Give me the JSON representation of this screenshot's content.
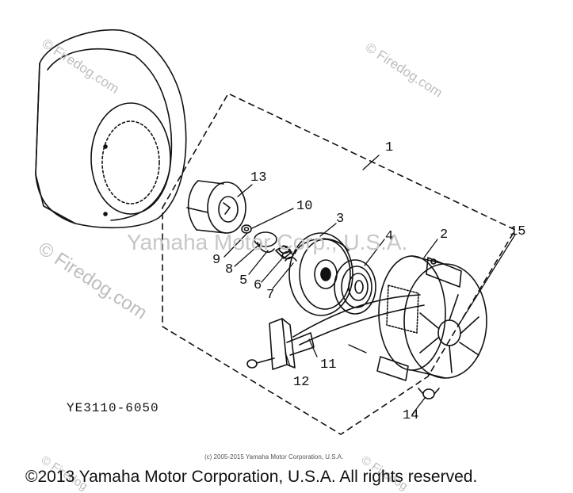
{
  "watermarks": {
    "main": "© Firedog.com",
    "top_left": "© Firedog.com",
    "top_right": "© Firedog.com",
    "bottom_left": "© Firedog",
    "bottom_right": "© Firedog",
    "center": "Yamaha Motor Corp., U.S.A."
  },
  "part_labels": [
    "1",
    "2",
    "3",
    "4",
    "5",
    "6",
    "7",
    "8",
    "9",
    "10",
    "11",
    "12",
    "13",
    "14",
    "15"
  ],
  "part_code": "YE3110-6050",
  "small_copyright": "(c) 2005-2015 Yamaha Motor Corporation, U.S.A.",
  "copyright": "©2013 Yamaha Motor Corporation, U.S.A. All rights reserved.",
  "colors": {
    "line": "#111111",
    "watermark": "#bdbdbd"
  }
}
